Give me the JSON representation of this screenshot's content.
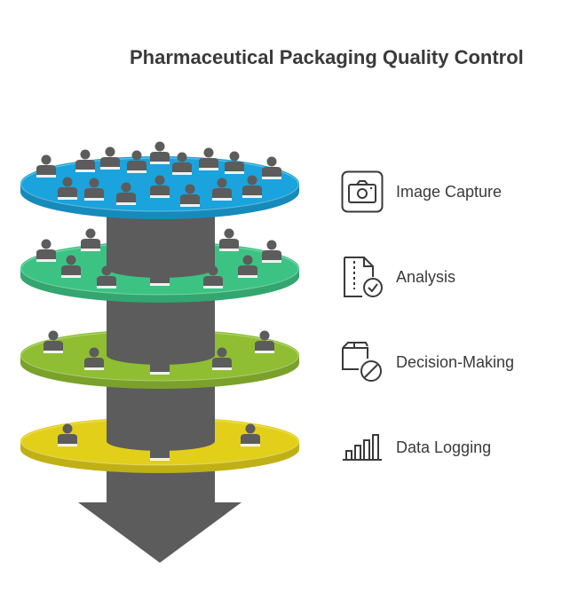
{
  "title": "Pharmaceutical Packaging Quality Control",
  "stages": [
    {
      "label": "Image Capture",
      "icon": "camera-icon",
      "color": "#1aa3dc"
    },
    {
      "label": "Analysis",
      "icon": "document-check-icon",
      "color": "#3cc383"
    },
    {
      "label": "Decision-Making",
      "icon": "box-blocked-icon",
      "color": "#8fbe33"
    },
    {
      "label": "Data Logging",
      "icon": "bar-chart-icon",
      "color": "#e2cf19"
    }
  ],
  "colors": {
    "arrow": "#5c5c5c",
    "person": "#5c5c5c",
    "text": "#3a3a3a"
  }
}
